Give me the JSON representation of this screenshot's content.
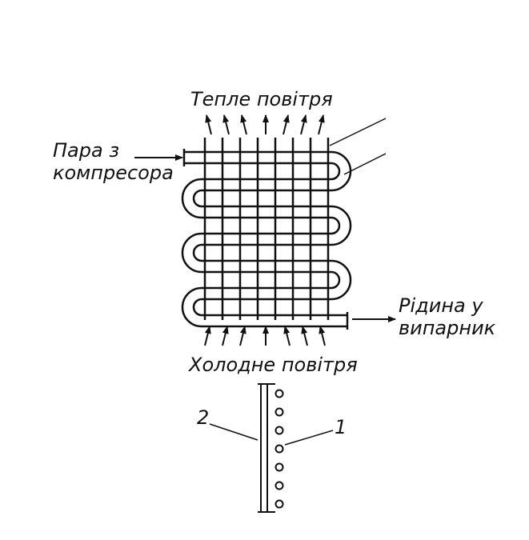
{
  "labels": {
    "warm_air": "Тепле повітря",
    "vapor_line1": "Пара з",
    "vapor_line2": "компресора",
    "liquid_line1": "Рідина у",
    "liquid_line2": "випарник",
    "cold_air": "Холодне повітря",
    "callout_1": "1",
    "callout_2": "2"
  },
  "colors": {
    "ink": "#111111",
    "background": "#ffffff"
  }
}
